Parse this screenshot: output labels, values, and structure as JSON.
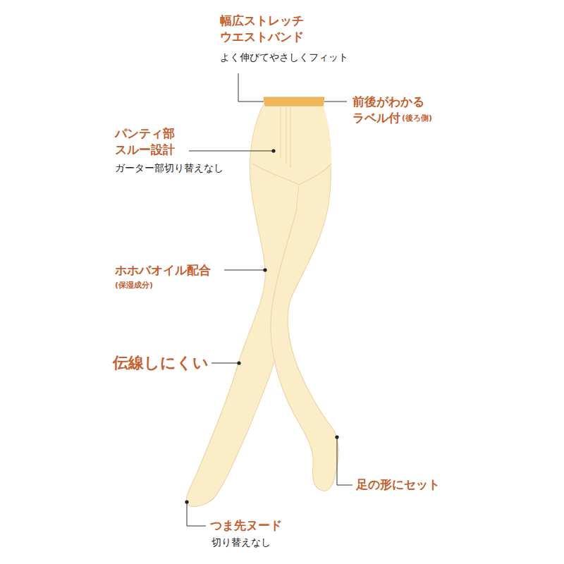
{
  "diagram": {
    "labels": [
      "幅広ストレッチ ウエストバンド",
      "よく伸びてやさしくフィット",
      "前後がわかる ラベル付",
      "(後ろ側)",
      "パンティ部 スルー設計",
      "ガーター部切り替えなし",
      "ホホバオイル配合",
      "(保湿成分)",
      "伝線しにくい",
      "足の形にセット",
      "つま先ヌード",
      "切り替えなし"
    ]
  }
}
